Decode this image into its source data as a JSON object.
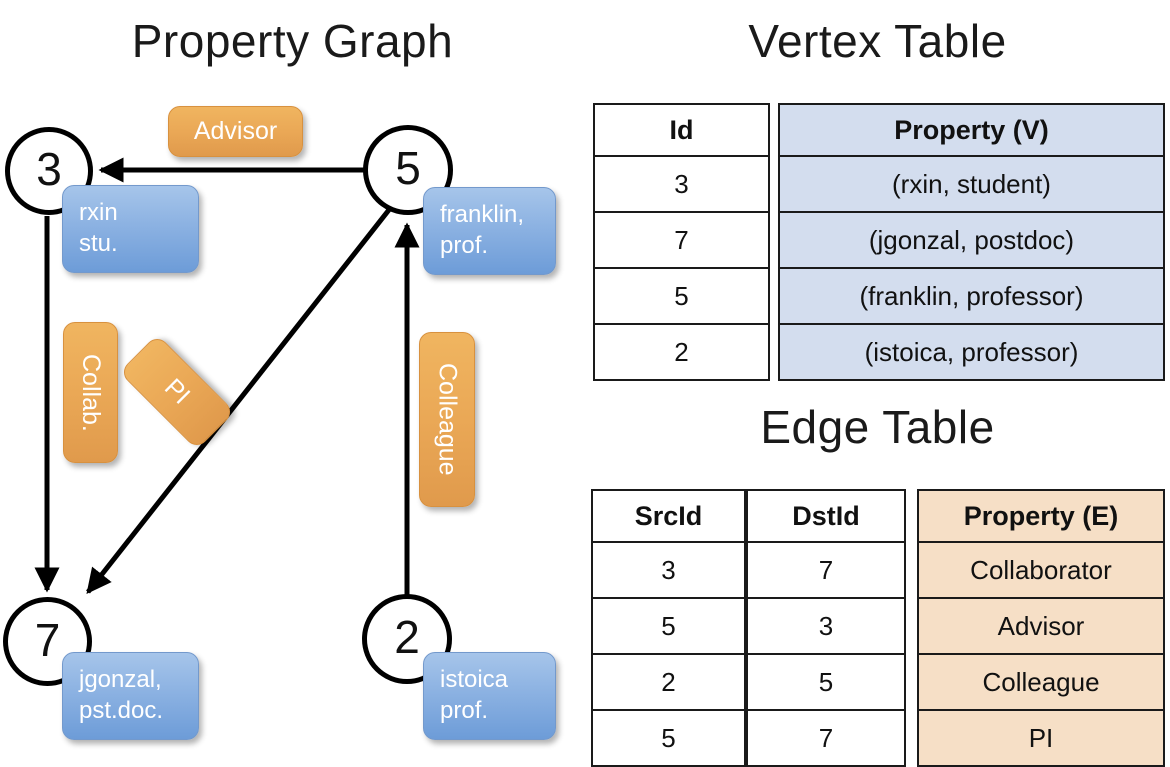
{
  "titles": {
    "property_graph": "Property Graph",
    "vertex_table": "Vertex Table",
    "edge_table": "Edge Table"
  },
  "graph": {
    "vertices": [
      {
        "id": "3",
        "property_lines": [
          "rxin",
          "stu."
        ]
      },
      {
        "id": "5",
        "property_lines": [
          "franklin,",
          "prof."
        ]
      },
      {
        "id": "7",
        "property_lines": [
          "jgonzal,",
          "pst.doc."
        ]
      },
      {
        "id": "2",
        "property_lines": [
          "istoica",
          "prof."
        ]
      }
    ],
    "edge_labels": [
      {
        "name": "advisor-label",
        "text": "Advisor"
      },
      {
        "name": "collab-label",
        "text": "Collab."
      },
      {
        "name": "pi-label",
        "text": "PI"
      },
      {
        "name": "colleague-label",
        "text": "Colleague"
      }
    ]
  },
  "vertex_table": {
    "headers": [
      "Id",
      "Property (V)"
    ],
    "rows": [
      {
        "id": "3",
        "property": "(rxin, student)"
      },
      {
        "id": "7",
        "property": "(jgonzal, postdoc)"
      },
      {
        "id": "5",
        "property": "(franklin, professor)"
      },
      {
        "id": "2",
        "property": "(istoica, professor)"
      }
    ]
  },
  "edge_table": {
    "headers": [
      "SrcId",
      "DstId",
      "Property (E)"
    ],
    "rows": [
      {
        "src": "3",
        "dst": "7",
        "property": "Collaborator"
      },
      {
        "src": "5",
        "dst": "3",
        "property": "Advisor"
      },
      {
        "src": "2",
        "dst": "5",
        "property": "Colleague"
      },
      {
        "src": "5",
        "dst": "7",
        "property": "PI"
      }
    ]
  },
  "colors": {
    "vertex_property_fill": "#d3ddee",
    "edge_property_fill": "#f6dfc6",
    "node_badge_blue": "#8cb2e2",
    "edge_badge_orange": "#eaa856",
    "stroke": "#000000"
  }
}
